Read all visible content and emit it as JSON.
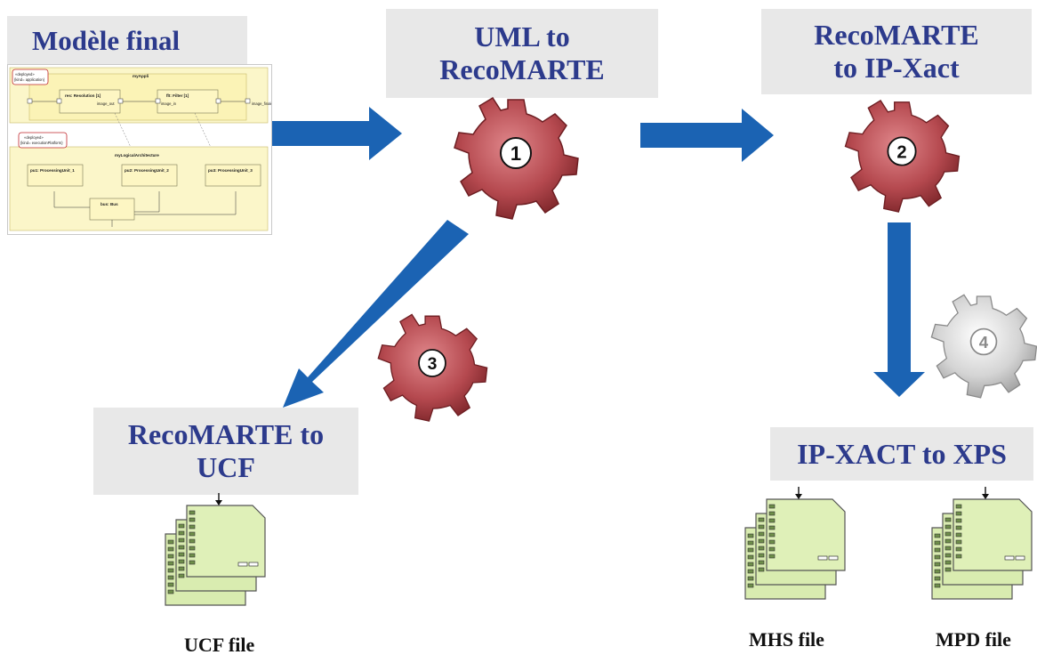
{
  "labels": {
    "modele_final": "Modèle final",
    "uml_line1": "UML to",
    "uml_line2": "RecoMARTE",
    "reco_ip_line1": "RecoMARTE",
    "reco_ip_line2": "to IP-Xact",
    "reco_ucf_line1": "RecoMARTE to",
    "reco_ucf_line2": "UCF",
    "ipxact_xps": "IP-XACT to XPS"
  },
  "gears": [
    {
      "number": "1",
      "color": "#b5494f"
    },
    {
      "number": "2",
      "color": "#b5494f"
    },
    {
      "number": "3",
      "color": "#b5494f"
    },
    {
      "number": "4",
      "color": "#d4d4d4"
    }
  ],
  "files": {
    "ucf": "UCF file",
    "mhs": "MHS file",
    "mpd": "MPD file"
  },
  "model": {
    "deployed_app": "«deployed»",
    "deployed_app_kind": "{kind= application}",
    "app_name": "myAppli",
    "deployed_platform": "«deployed»",
    "deployed_platform_kind": "{kind= executionPlatform}",
    "platform_name": "myLogicalArchitecture",
    "part_resolution": "res: Resolution [1]",
    "part_filter": "flt: Filter [1]",
    "pu1": "pu1: ProcessingUnit_1",
    "pu2": "pu2: ProcessingUnit_2",
    "pu3": "pu3: ProcessingUnit_3",
    "bus": "bus: Bus",
    "port_image_out": "image_out",
    "port_image_in": "image_in",
    "port_image_final": "image_finale"
  },
  "colors": {
    "arrow": "#1b63b3",
    "label_text": "#2c3a8c",
    "label_bg": "#e8e8e8",
    "file_fill": "#d9ecb0"
  }
}
